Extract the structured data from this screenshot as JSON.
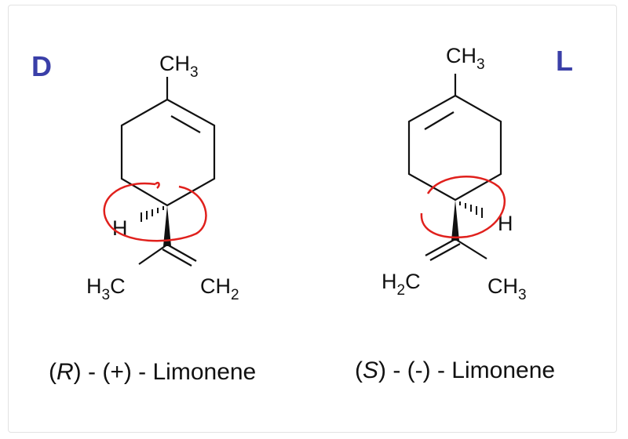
{
  "left": {
    "tag": "D",
    "top_group": {
      "main": "CH",
      "sub": "3"
    },
    "stereo_h": "H",
    "left_group": {
      "pre": "H",
      "sub": "3",
      "post": "C"
    },
    "right_group": {
      "main": "CH",
      "sub": "2"
    },
    "caption": {
      "open": "(",
      "config": "R",
      "rest": ") - (+) - Limonene"
    }
  },
  "right": {
    "tag": "L",
    "top_group": {
      "main": "CH",
      "sub": "3"
    },
    "stereo_h": "H",
    "left_group": {
      "pre": "H",
      "sub": "2",
      "post": "C"
    },
    "right_group": {
      "main": "CH",
      "sub": "3"
    },
    "caption": {
      "open": "(",
      "config": "S",
      "rest": ") - (-) - Limonene"
    }
  },
  "colors": {
    "annotation": "#e0201c",
    "tag": "#3a3fa8"
  }
}
